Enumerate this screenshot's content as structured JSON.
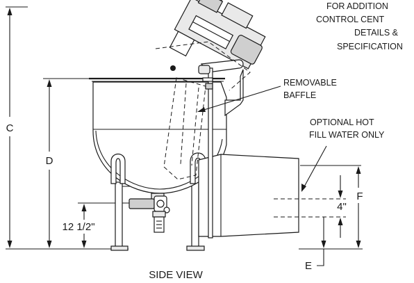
{
  "notes": {
    "additional_info": [
      "FOR ADDITION",
      "CONTROL CENT",
      "DETAILS &",
      "SPECIFICATION"
    ],
    "baffle": [
      "REMOVABLE",
      "BAFFLE"
    ],
    "hot_fill": [
      "OPTIONAL HOT",
      "FILL WATER ONLY"
    ]
  },
  "dimensions": {
    "c": "C",
    "d": "D",
    "e": "E",
    "f": "F",
    "drain_height": "12 1/2\"",
    "spacing": "4\""
  },
  "view_title": "SIDE VIEW"
}
